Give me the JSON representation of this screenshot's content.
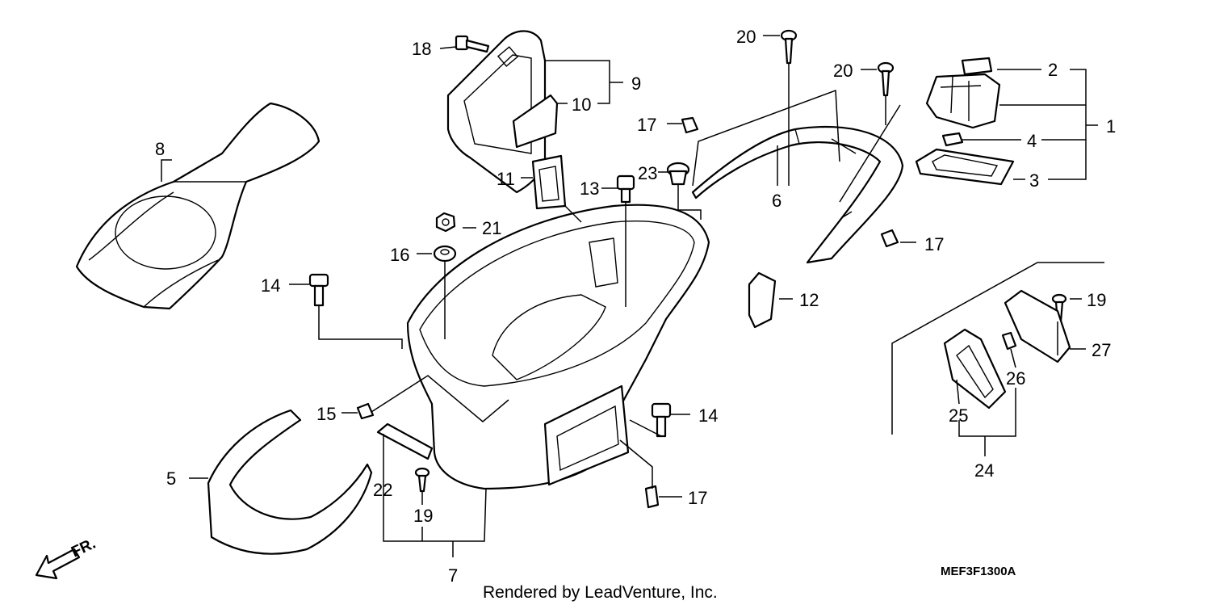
{
  "diagram_code": "MEF3F1300A",
  "credit": "Rendered by LeadVenture, Inc.",
  "direction_label": "FR.",
  "callouts": [
    "1",
    "2",
    "3",
    "4",
    "5",
    "6",
    "7",
    "8",
    "9",
    "10",
    "11",
    "12",
    "13",
    "14",
    "14",
    "15",
    "16",
    "17",
    "17",
    "17",
    "18",
    "19",
    "19",
    "20",
    "20",
    "21",
    "22",
    "23",
    "24",
    "25",
    "26",
    "27"
  ]
}
